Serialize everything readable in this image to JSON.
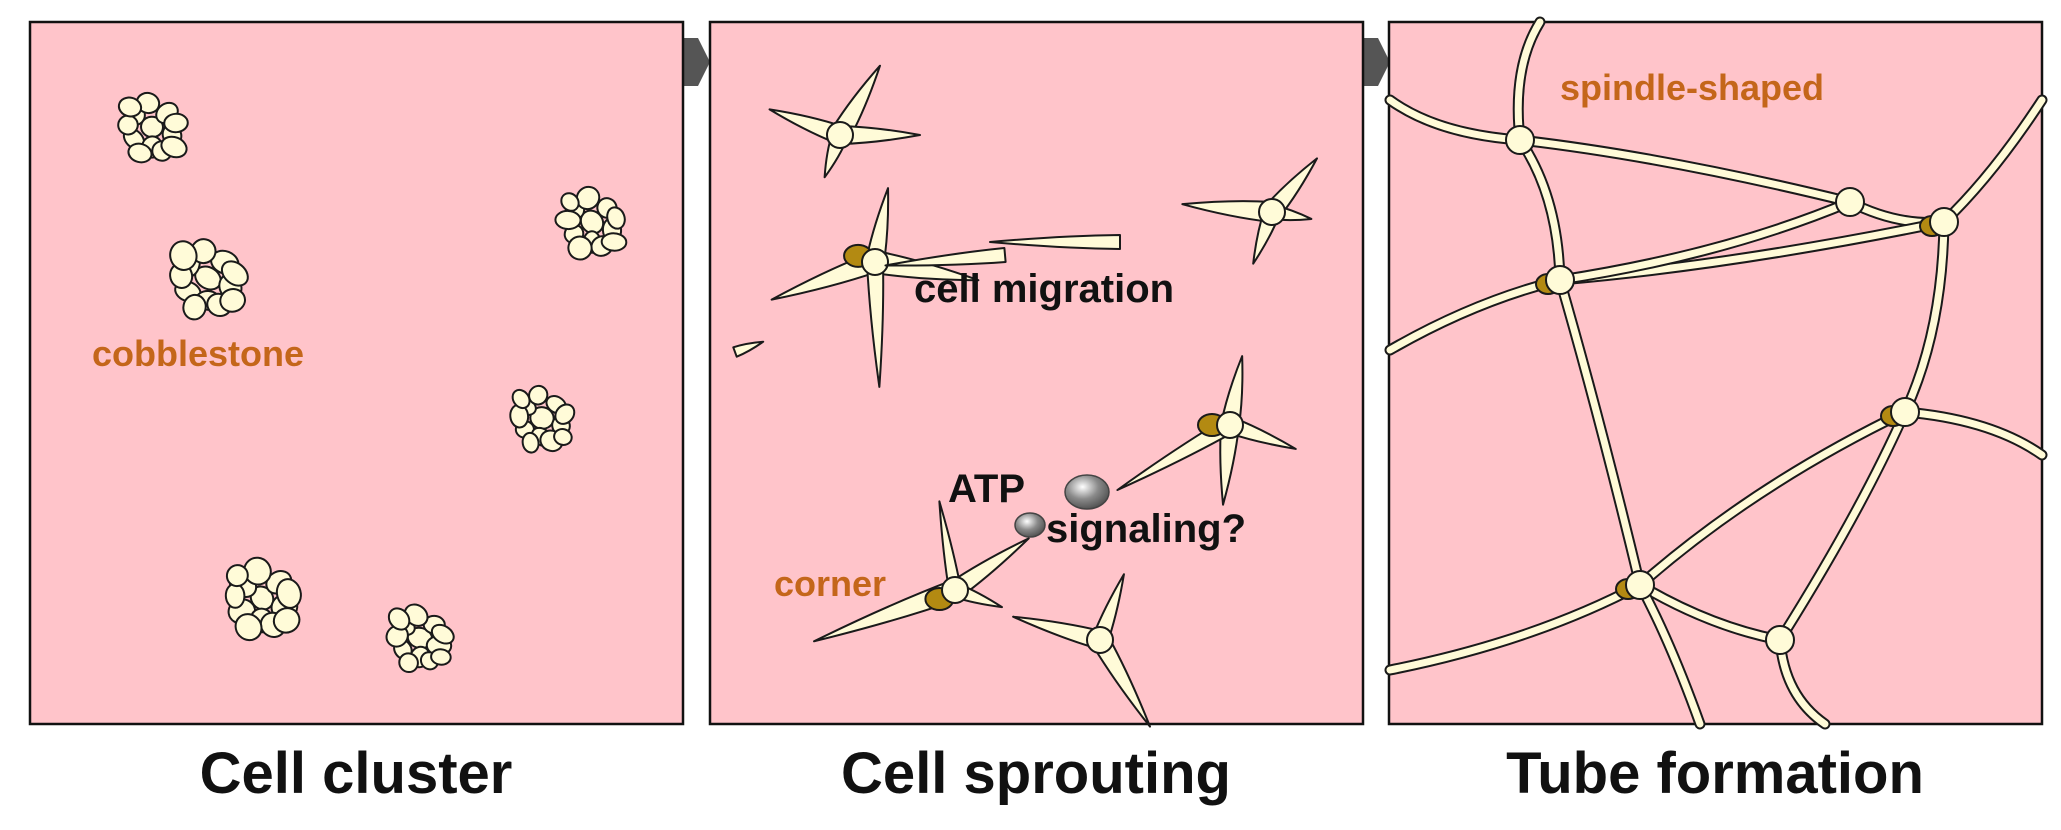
{
  "colors": {
    "panel_fill": "#ffc4ca",
    "panel_stroke": "#111111",
    "cell_fill": "#fffbd8",
    "cell_stroke": "#1a1a1a",
    "corner_fill": "#b38a12",
    "label_orange": "#c4661a",
    "arrow": "#555555",
    "atp_gray": "#8a8a8a"
  },
  "panels": [
    {
      "caption": "Cell cluster",
      "labels": [
        {
          "text": "cobblestone",
          "tone": "orange"
        }
      ]
    },
    {
      "caption": "Cell sprouting",
      "labels": [
        {
          "text": "cell migration",
          "tone": "dark"
        },
        {
          "text": "ATP",
          "tone": "dark"
        },
        {
          "text": "signaling?",
          "tone": "dark"
        },
        {
          "text": "corner",
          "tone": "orange"
        }
      ]
    },
    {
      "caption": "Tube formation",
      "labels": [
        {
          "text": "spindle-shaped",
          "tone": "orange"
        }
      ]
    }
  ]
}
